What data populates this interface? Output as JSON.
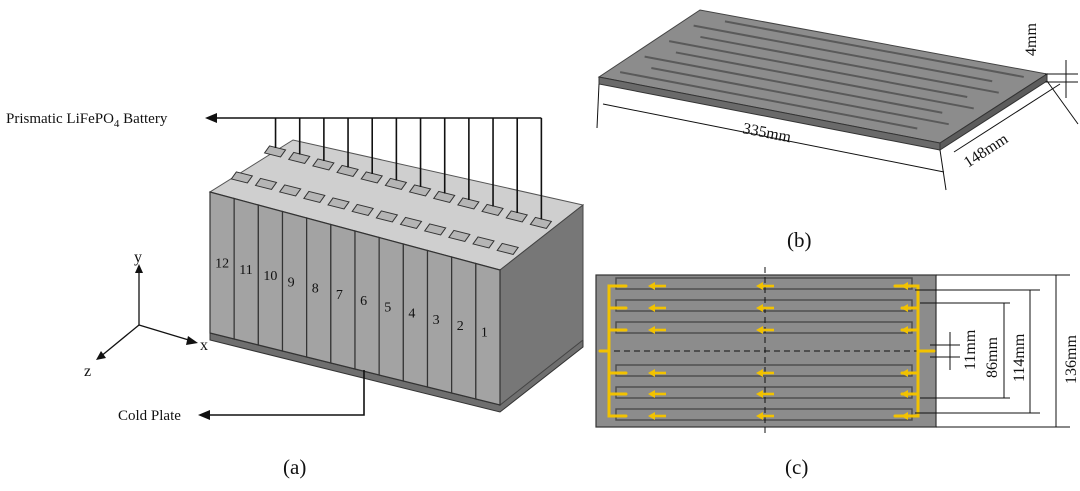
{
  "panel_a": {
    "battery_label_main": "Prismatic LiFePO",
    "battery_label_sub": "4",
    "battery_label_tail": " Battery",
    "cold_plate_label": "Cold Plate",
    "cell_numbers": [
      "12",
      "11",
      "10",
      "9",
      "8",
      "7",
      "6",
      "5",
      "4",
      "3",
      "2",
      "1"
    ],
    "axis_y": "y",
    "axis_x": "x",
    "axis_z": "z",
    "caption": "(a)"
  },
  "panel_b": {
    "dim_length": "335mm",
    "dim_width": "148mm",
    "dim_thickness": "4mm",
    "caption": "(b)"
  },
  "panel_c": {
    "dim_11": "11mm",
    "dim_86": "86mm",
    "dim_114": "114mm",
    "dim_136": "136mm",
    "caption": "(c)"
  },
  "colors": {
    "plate_fill": "#8c8c8c",
    "cell_front": "#a3a3a3",
    "cell_side": "#7e7e7e",
    "flow_arrow": "#f2c200"
  }
}
